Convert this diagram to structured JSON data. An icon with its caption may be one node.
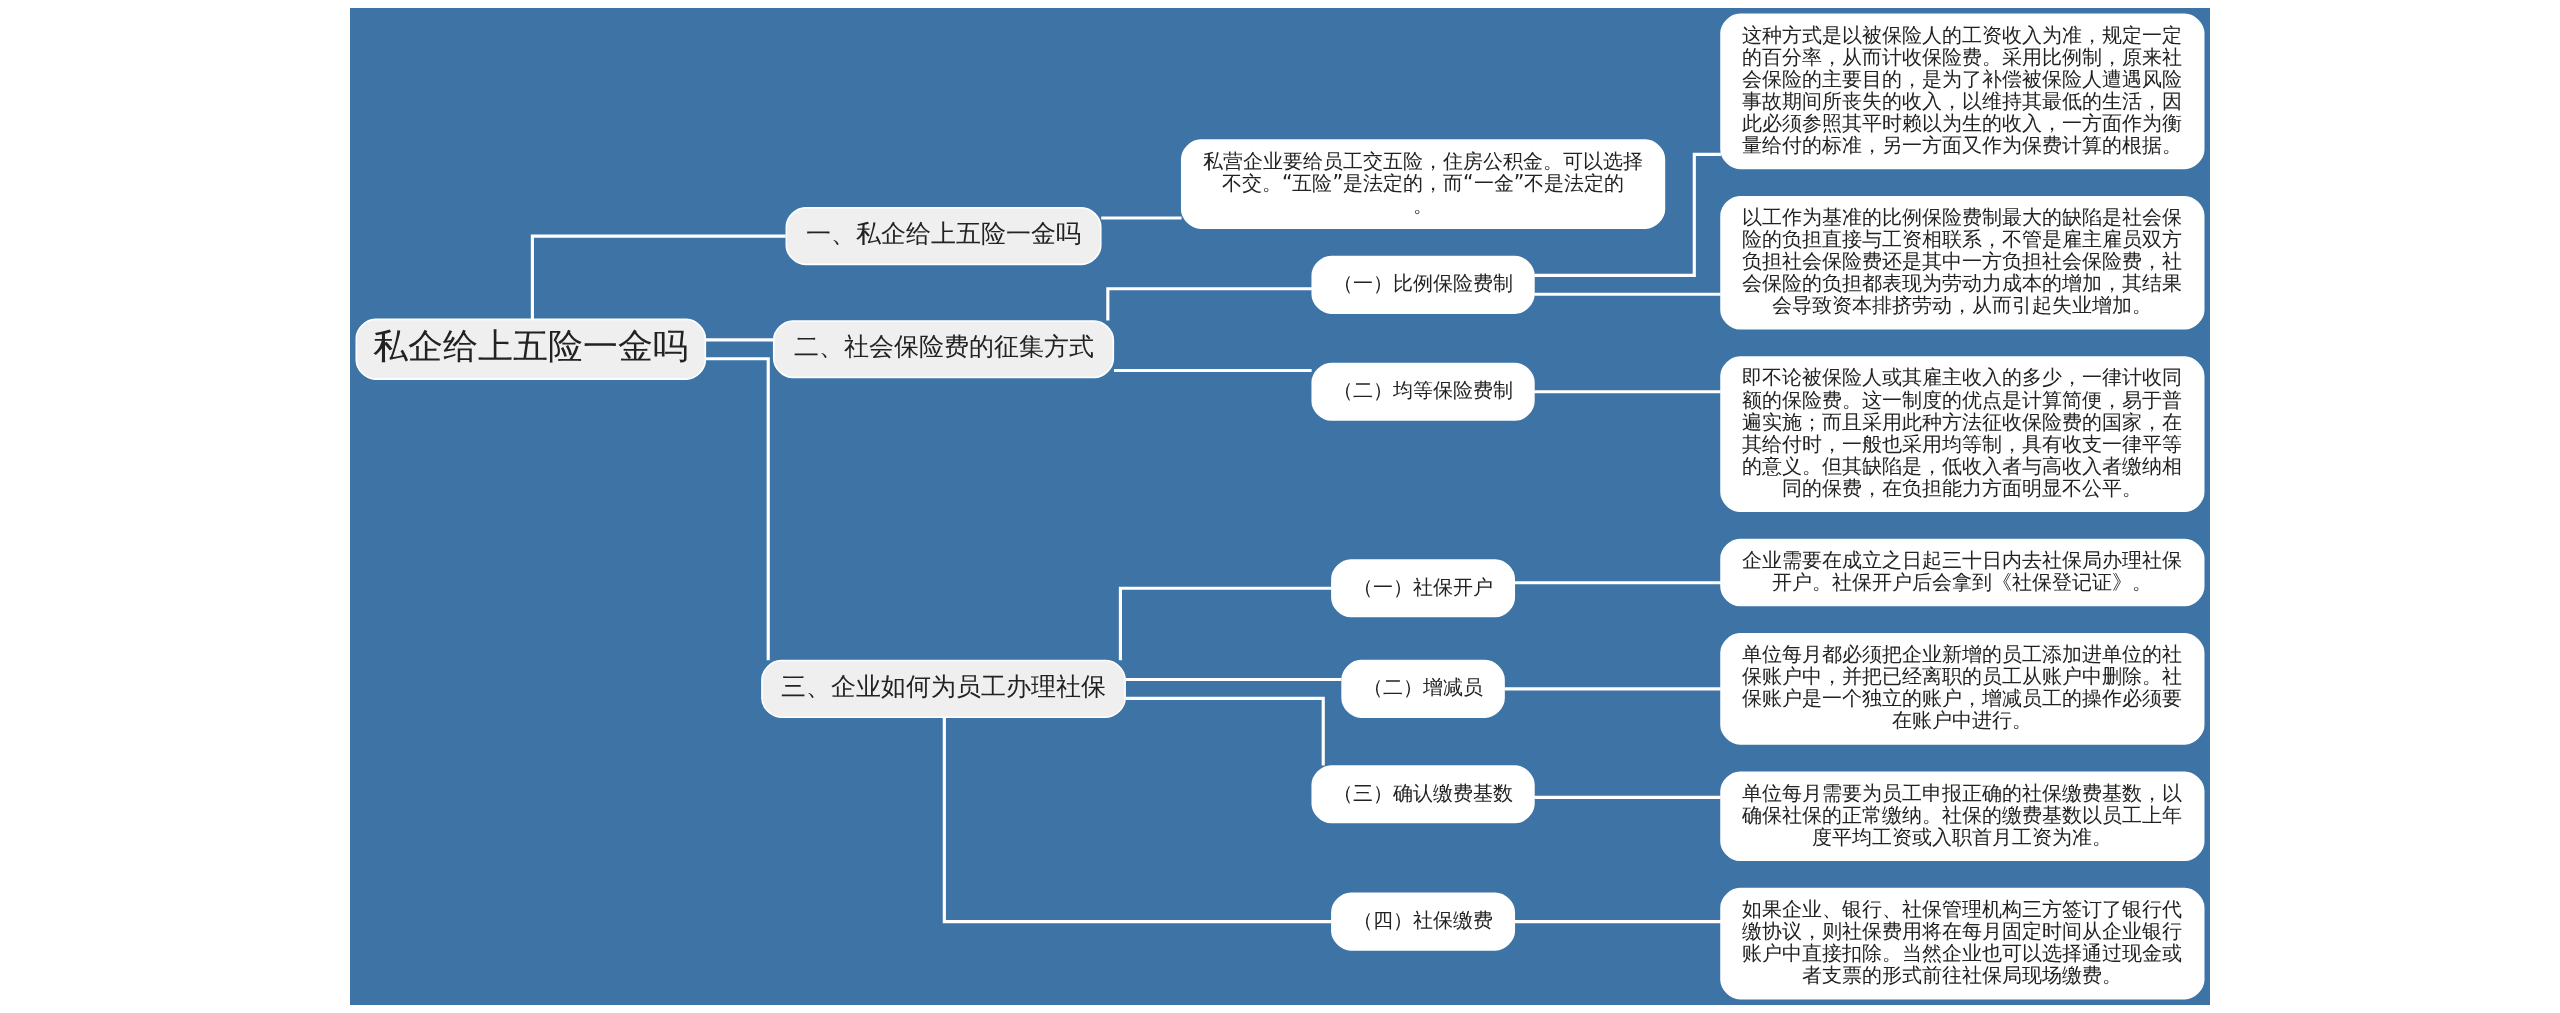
{
  "diagram": {
    "nodes": [
      {
        "text": [
          "私企给上五险一金吗"
        ]
      },
      {
        "text": [
          "一、私企给上五险一金吗"
        ]
      },
      {
        "text": [
          "私营企业要给员工交五险，住房公积金。可以选择不交。“五险”是法定的，而“一金”不是法定的。"
        ]
      },
      {
        "text": [
          "二、社会保险费的征集方式"
        ]
      },
      {
        "text": [
          "（一）比例保险费制"
        ]
      },
      {
        "text": [
          "这种方式是以被保险人的工资收入为准，规定一定的百分率，从而计收保险费。采用比例制，原来社会保险的主要目的，是为了补偿被保险人遭遇风险事故期间所丧失的收入，以维持其最低的生活，因此必须参照其平时赖以为生的收入，一方面作为衡量给付的标准，另一方面又作为保费计算的根据。"
        ]
      },
      {
        "text": [
          "以工作为基准的比例保险费制最大的缺陷是社会保险的负担直接与工资相联系，不管是雇主雇员双方负担社会保险费还是其中一方负担社会保险费，社会保险的负担都表现为劳动力成本的增加，其结果会导致资本排挤劳动，从而引起失业增加。"
        ]
      },
      {
        "text": [
          "（二）均等保险费制"
        ]
      },
      {
        "text": [
          "即不论被保险人或其雇主收入的多少，一律计收同额的保险费。这一制度的优点是计算简便，易于普遍实施；而且采用此种方法征收保险费的国家，在其给付时，一般也采用均等制，具有收支一律平等的意义。但其缺陷是，低收入者与高收入者缴纳相同的保费，在负担能力方面明显不公平。"
        ]
      },
      {
        "text": [
          "三、企业如何为员工办理社保"
        ]
      },
      {
        "text": [
          "（一）社保开户"
        ]
      },
      {
        "text": [
          "企业需要在成立之日起三十日内去社保局办理社保开户。社保开户后会拿到《社保登记证》。"
        ]
      },
      {
        "text": [
          "（二）增减员"
        ]
      },
      {
        "text": [
          "单位每月都必须把企业新增的员工添加进单位的社保账户中，并把已经离职的员工从账户中删除。社保账户是一个独立的账户，增减员工的操作必须要在账户中进行。"
        ]
      },
      {
        "text": [
          "（三）确认缴费基数"
        ]
      },
      {
        "text": [
          "单位每月需要为员工申报正确的社保缴费基数，以确保社保的正常缴纳。社保的缴费基数以员工上年度平均工资或入职首月工资为准。"
        ]
      },
      {
        "text": [
          "（四）社保缴费"
        ]
      },
      {
        "text": [
          "如果企业、银行、社保管理机构三方签订了银行代缴协议，则社保费用将在每月固定时间从企业银行账户中直接扣除。当然企业也可以选择通过现金或者支票的形式前往社保局现场缴费。"
        ]
      }
    ],
    "edges": [
      {
        "from": 0,
        "to": 1,
        "arrow": "none"
      },
      {
        "from": 1,
        "to": 2,
        "arrow": "none"
      },
      {
        "from": 0,
        "to": 3,
        "arrow": "none"
      },
      {
        "from": 3,
        "to": 4,
        "arrow": "none"
      },
      {
        "from": 4,
        "to": 5,
        "arrow": "none"
      },
      {
        "from": 4,
        "to": 6,
        "arrow": "none"
      },
      {
        "from": 3,
        "to": 7,
        "arrow": "none"
      },
      {
        "from": 7,
        "to": 8,
        "arrow": "none"
      },
      {
        "from": 0,
        "to": 9,
        "arrow": "none"
      },
      {
        "from": 9,
        "to": 10,
        "arrow": "none"
      },
      {
        "from": 10,
        "to": 11,
        "arrow": "none"
      },
      {
        "from": 9,
        "to": 12,
        "arrow": "none"
      },
      {
        "from": 12,
        "to": 13,
        "arrow": "none"
      },
      {
        "from": 9,
        "to": 14,
        "arrow": "none"
      },
      {
        "from": 14,
        "to": 15,
        "arrow": "none"
      },
      {
        "from": 9,
        "to": 16,
        "arrow": "none"
      },
      {
        "from": 16,
        "to": 17,
        "arrow": "none"
      }
    ]
  }
}
